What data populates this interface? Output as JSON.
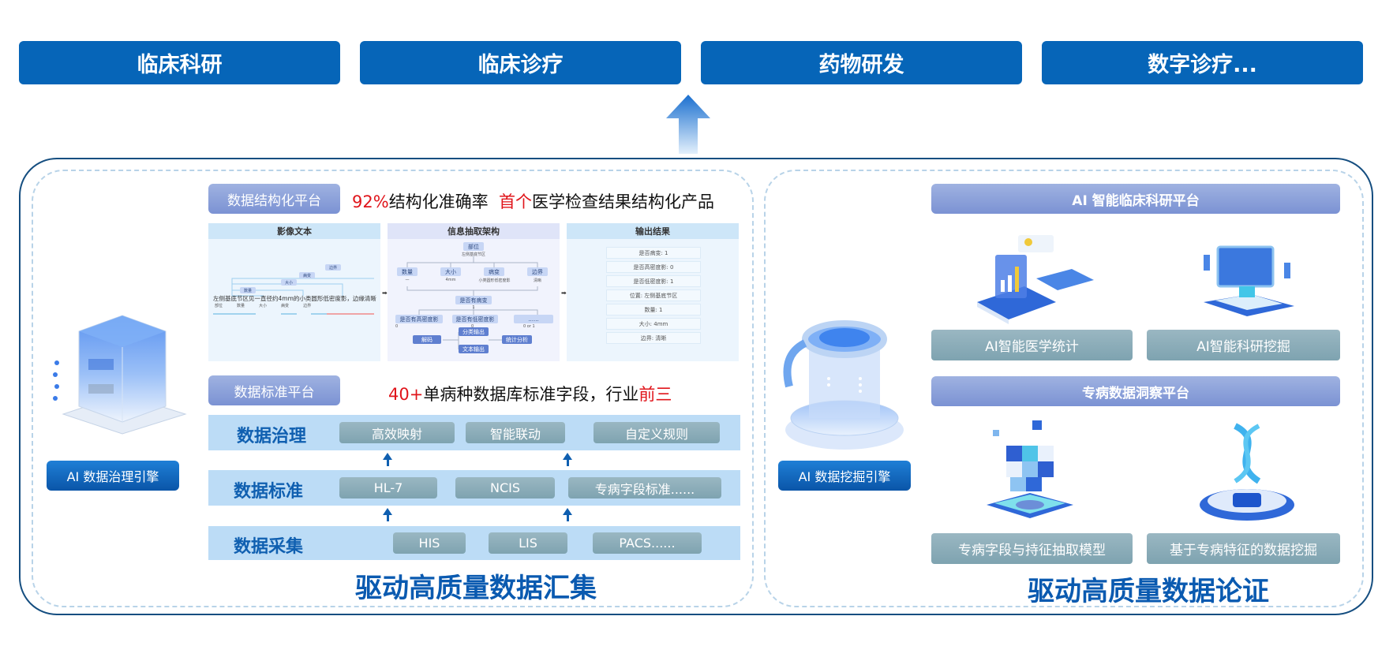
{
  "top_buttons": [
    "临床科研",
    "临床诊疗",
    "药物研发",
    "数字诊疗..."
  ],
  "left": {
    "structuring_platform": "数据结构化平台",
    "headline1": {
      "pct": "92%",
      "text1": "结构化准确率",
      "first": "首个",
      "text2": "医学检查结果结构化产品"
    },
    "panels": {
      "image_text": {
        "title": "影像文本",
        "sentence": "左侧基底节区见一直径约4mm的小类圆形低密度影，边缘清晰",
        "tags": [
          "边界",
          "病变",
          "大小",
          "数量"
        ],
        "legend": [
          "部位",
          "数量",
          "大小",
          "病变",
          "边界"
        ]
      },
      "extraction": {
        "title": "信息抽取架构",
        "root": "部位",
        "root_value": "左侧基底节区",
        "level1": [
          "数量",
          "大小",
          "病变",
          "边界"
        ],
        "level1_values": [
          "一",
          "4mm",
          "小类圆形低密度影",
          "清晰"
        ],
        "middle": "是否有病变",
        "middle_value": "1",
        "level2": [
          "是否有高密度影",
          "是否有低密度影",
          "......"
        ],
        "level2_values": [
          "0",
          "0",
          "0 or 1"
        ],
        "bottom": [
          "解码",
          "分类输出",
          "文本输出",
          "统计分析"
        ]
      },
      "output": {
        "title": "输出结果",
        "rows": [
          "是否病变: 1",
          "是否高密度影: 0",
          "是否低密度影: 1",
          "位置: 左侧基底节区",
          "数量: 1",
          "大小: 4mm",
          "边界: 清晰"
        ]
      }
    },
    "standard_platform": "数据标准平台",
    "headline2": {
      "num": "40+",
      "text": "单病种数据库标准字段，行业",
      "top3": "前三"
    },
    "rows": [
      {
        "title": "数据治理",
        "chips": [
          "高效映射",
          "智能联动",
          "自定义规则"
        ]
      },
      {
        "title": "数据标准",
        "chips": [
          "HL-7",
          "NCIS",
          "专病字段标准......"
        ]
      },
      {
        "title": "数据采集",
        "chips": [
          "HIS",
          "LIS",
          "PACS......"
        ]
      }
    ],
    "engine": "AI 数据治理引擎",
    "footer": "驱动高质量数据汇集"
  },
  "right": {
    "engine": "AI 数据挖掘引擎",
    "platform1": "AI 智能临床科研平台",
    "platform1_items": [
      "AI智能医学统计",
      "AI智能科研挖掘"
    ],
    "platform2": "专病数据洞察平台",
    "platform2_items": [
      "专病字段与持征抽取模型",
      "基于专病特征的数据挖掘"
    ],
    "footer": "驱动高质量数据论证"
  },
  "colors": {
    "primary": "#0665b8",
    "accent_red": "#e0151b",
    "row_bg": "#bcdcf6",
    "title_blue": "#0f5fb0"
  }
}
